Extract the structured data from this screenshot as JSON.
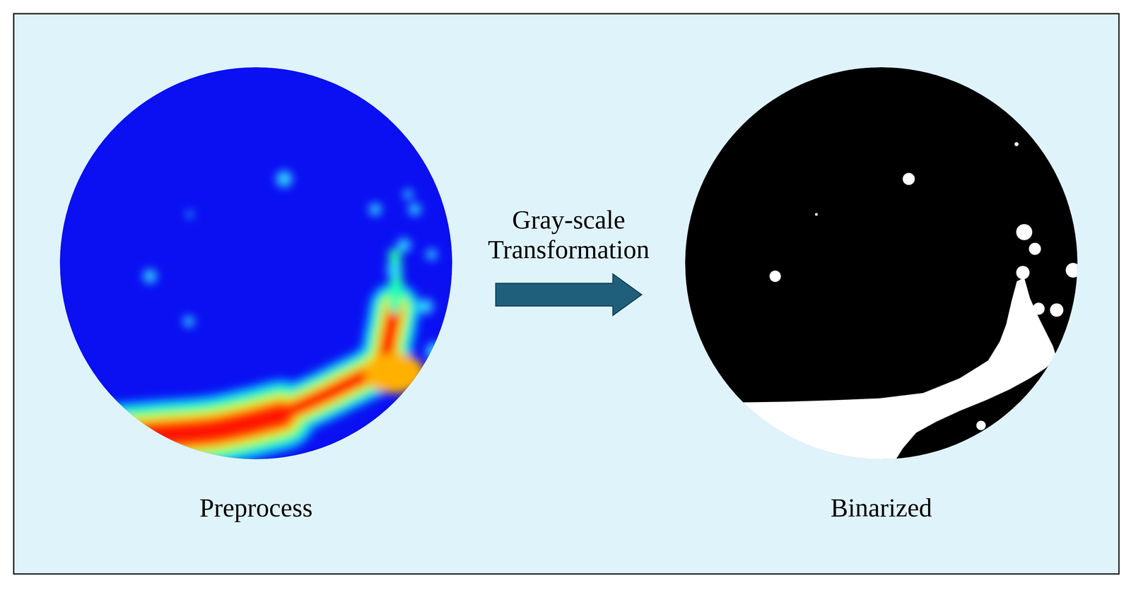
{
  "diagram": {
    "nodes": [
      {
        "text": [
          "Preprocess"
        ]
      },
      {
        "text": [
          "Binarized"
        ]
      }
    ],
    "edges": [
      {
        "from": 0,
        "to": 1,
        "label": "Gray-scale Transformation",
        "arrow": "to"
      }
    ]
  }
}
